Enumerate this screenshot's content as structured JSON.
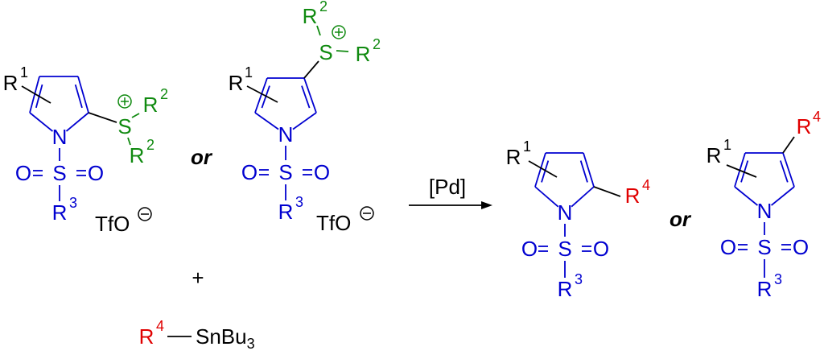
{
  "colors": {
    "core": "#0000d0",
    "sulfonium": "#108a10",
    "new_group": "#e00000",
    "bond": "#000000"
  },
  "reactant_2_substituted": {
    "R1": {
      "r": "R",
      "n": "1"
    },
    "R2a": {
      "r": "R",
      "n": "2"
    },
    "R2b": {
      "r": "R",
      "n": "2"
    },
    "R3": {
      "r": "R",
      "n": "3"
    },
    "N": "N",
    "S_ring": "S",
    "S_sulfonyl": "S",
    "O_left": "O",
    "O_right": "O",
    "counterion": "TfO",
    "charge": "+",
    "anion_charge": "−"
  },
  "or_1": "or",
  "reactant_3_substituted": {
    "R1": {
      "r": "R",
      "n": "1"
    },
    "R2a": {
      "r": "R",
      "n": "2"
    },
    "R2b": {
      "r": "R",
      "n": "2"
    },
    "R3": {
      "r": "R",
      "n": "3"
    },
    "N": "N",
    "S_ring": "S",
    "S_sulfonyl": "S",
    "O_left": "O",
    "O_right": "O",
    "counterion": "TfO",
    "charge": "+",
    "anion_charge": "−"
  },
  "plus": "+",
  "stannane": {
    "R4": {
      "r": "R",
      "n": "4"
    },
    "sn": "SnBu",
    "sub": "3"
  },
  "arrow": {
    "reagent": "[Pd]"
  },
  "product_2_substituted": {
    "R1": {
      "r": "R",
      "n": "1"
    },
    "R4": {
      "r": "R",
      "n": "4"
    },
    "R3": {
      "r": "R",
      "n": "3"
    },
    "N": "N",
    "S_sulfonyl": "S",
    "O_left": "O",
    "O_right": "O"
  },
  "or_2": "or",
  "product_3_substituted": {
    "R1": {
      "r": "R",
      "n": "1"
    },
    "R4": {
      "r": "R",
      "n": "4"
    },
    "R3": {
      "r": "R",
      "n": "3"
    },
    "N": "N",
    "S_sulfonyl": "S",
    "O_left": "O",
    "O_right": "O"
  }
}
